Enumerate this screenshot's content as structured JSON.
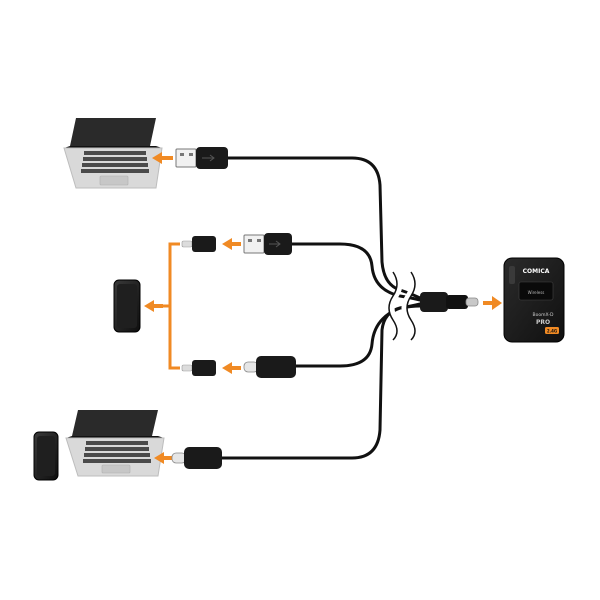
{
  "device": {
    "brand": "COMICA",
    "screen_text": "Wireless",
    "model_line1": "BoomX-D",
    "model_line2": "PRO",
    "badge": "2.4G"
  },
  "colors": {
    "accent": "#f08a24",
    "cable": "#111111",
    "laptop_body": "#d9d9d9",
    "laptop_screen": "#2a2a2a",
    "device_body": "#1c1c1c"
  },
  "icons": {
    "arrow": "orange-arrow-icon",
    "laptop": "laptop-icon",
    "phone": "smartphone-icon",
    "usb_a": "usb-a-plug-icon",
    "usb_c": "usb-c-plug-icon",
    "lightning": "lightning-adapter-icon"
  }
}
